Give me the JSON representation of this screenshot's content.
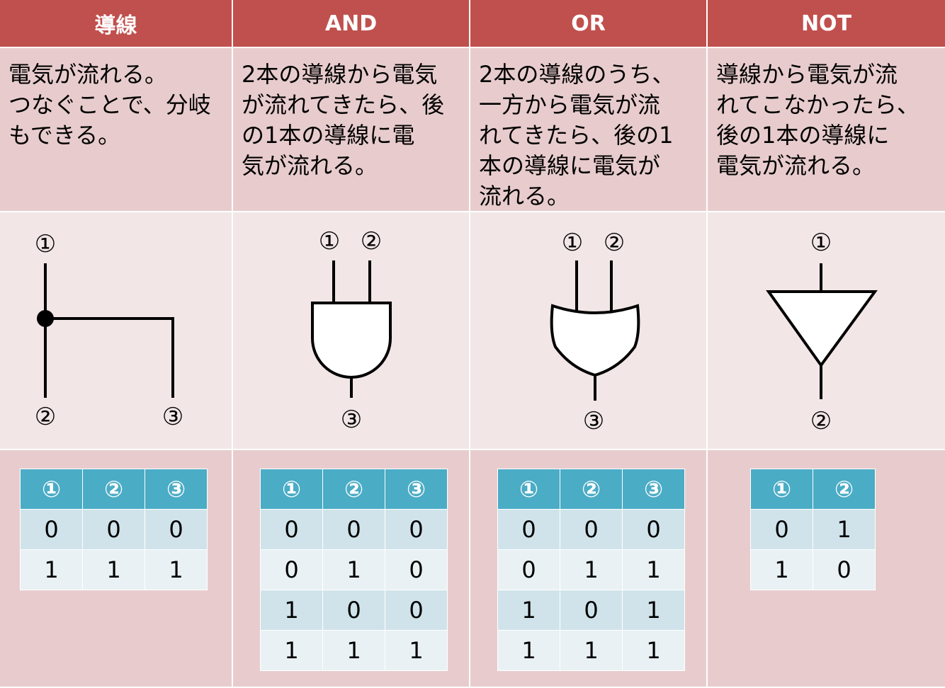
{
  "columns": [
    {
      "header": "導線",
      "description": "電気が流れる。\nつなぐことで、分岐\nもできる。",
      "labels": [
        "①",
        "②",
        "③"
      ],
      "table": {
        "headers": [
          "①",
          "②",
          "③"
        ],
        "rows": [
          [
            "0",
            "0",
            "0"
          ],
          [
            "1",
            "1",
            "1"
          ]
        ]
      }
    },
    {
      "header": "AND",
      "description": "2本の導線から電気\nが流れてきたら、後\nの1本の導線に電\n気が流れる。",
      "labels": [
        "①",
        "②",
        "③"
      ],
      "table": {
        "headers": [
          "①",
          "②",
          "③"
        ],
        "rows": [
          [
            "0",
            "0",
            "0"
          ],
          [
            "0",
            "1",
            "0"
          ],
          [
            "1",
            "0",
            "0"
          ],
          [
            "1",
            "1",
            "1"
          ]
        ]
      }
    },
    {
      "header": "OR",
      "description": "2本の導線のうち、\n一方から電気が流\nれてきたら、後の1\n本の導線に電気が\n流れる。",
      "labels": [
        "①",
        "②",
        "③"
      ],
      "table": {
        "headers": [
          "①",
          "②",
          "③"
        ],
        "rows": [
          [
            "0",
            "0",
            "0"
          ],
          [
            "0",
            "1",
            "1"
          ],
          [
            "1",
            "0",
            "1"
          ],
          [
            "1",
            "1",
            "1"
          ]
        ]
      }
    },
    {
      "header": "NOT",
      "description": "導線から電気が流\nれてこなかったら、\n後の1本の導線に\n電気が流れる。",
      "labels": [
        "①",
        "②"
      ],
      "table": {
        "headers": [
          "①",
          "②"
        ],
        "rows": [
          [
            "0",
            "1"
          ],
          [
            "1",
            "0"
          ]
        ]
      }
    }
  ],
  "colors": {
    "header_bg": "#c0504d",
    "desc_bg": "#e8cccd",
    "symbol_bg": "#f2e6e6",
    "table_header": "#4bacc6",
    "table_row_odd": "#d0e3ea",
    "table_row_even": "#e9f1f4"
  }
}
